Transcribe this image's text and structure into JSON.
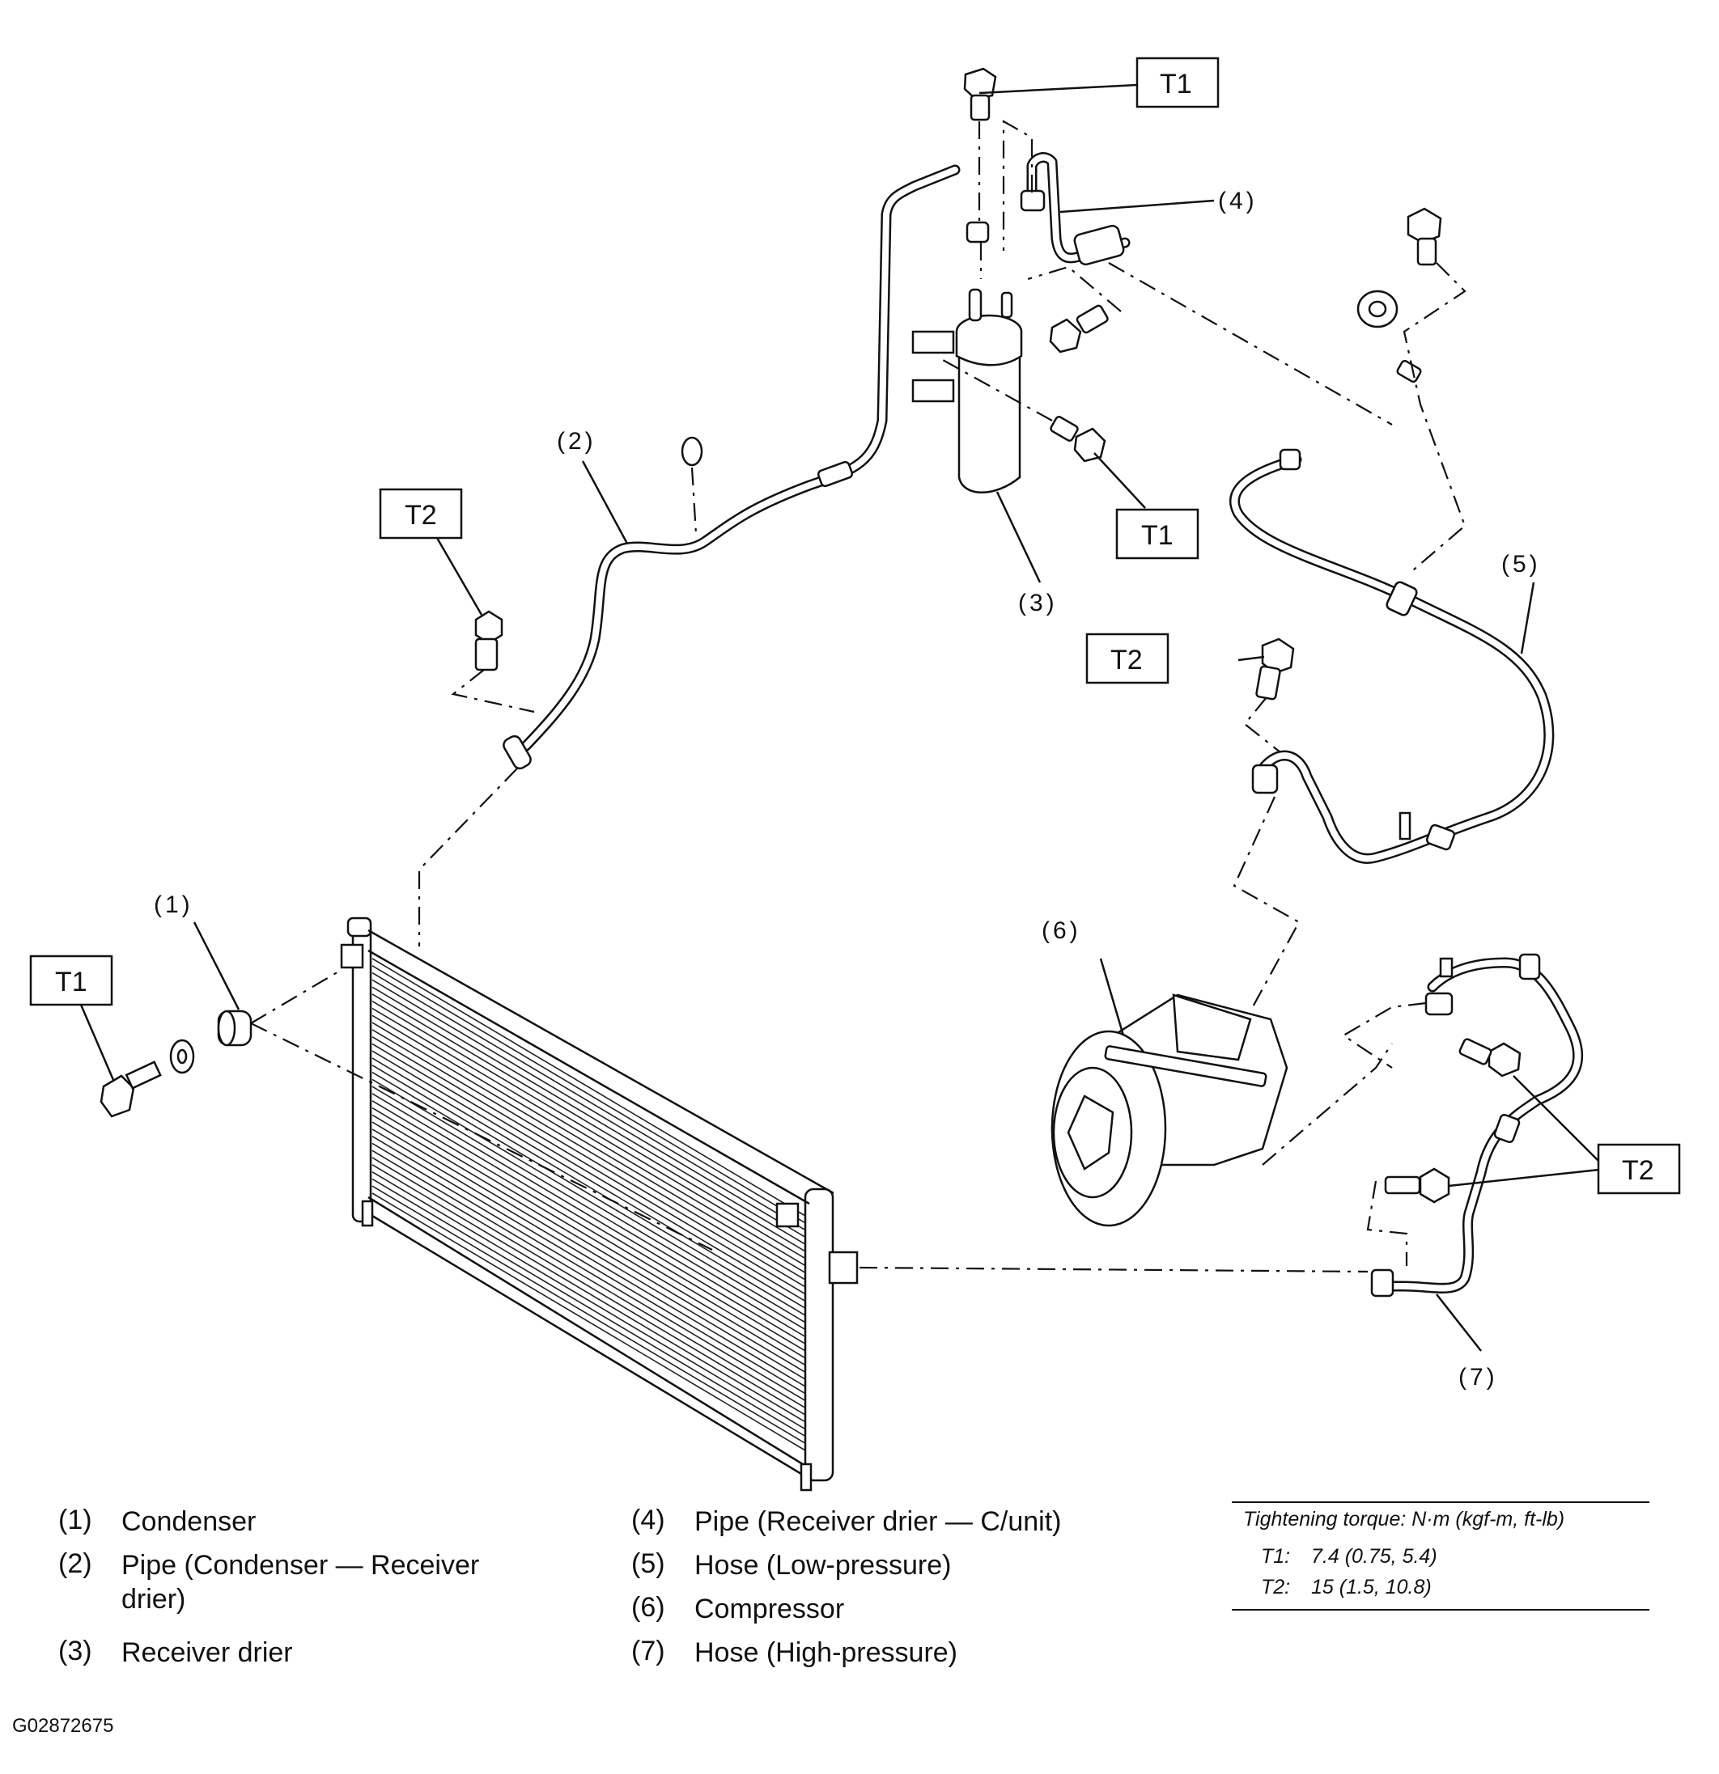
{
  "callouts": {
    "c1": "(1)",
    "c2": "(2)",
    "c3": "(3)",
    "c4": "(4)",
    "c5": "(5)",
    "c6": "(6)",
    "c7": "(7)"
  },
  "torque_tags": {
    "t1_top": "T1",
    "t1_drier": "T1",
    "t1_left": "T1",
    "t2_pipe": "T2",
    "t2_hose": "T2",
    "t2_right": "T2"
  },
  "legend": [
    {
      "num": "(1)",
      "text": "Condenser"
    },
    {
      "num": "(2)",
      "text": "Pipe (Condenser — Receiver drier)"
    },
    {
      "num": "(3)",
      "text": "Receiver drier"
    },
    {
      "num": "(4)",
      "text": "Pipe (Receiver drier — C/unit)"
    },
    {
      "num": "(5)",
      "text": "Hose (Low-pressure)"
    },
    {
      "num": "(6)",
      "text": "Compressor"
    },
    {
      "num": "(7)",
      "text": "Hose (High-pressure)"
    }
  ],
  "torque_table": {
    "heading": "Tightening torque: N·m (kgf-m, ft-lb)",
    "rows": [
      {
        "key": "T1:",
        "value": "7.4 (0.75, 5.4)"
      },
      {
        "key": "T2:",
        "value": "15 (1.5, 10.8)"
      }
    ]
  },
  "figure_id": "G02872675"
}
